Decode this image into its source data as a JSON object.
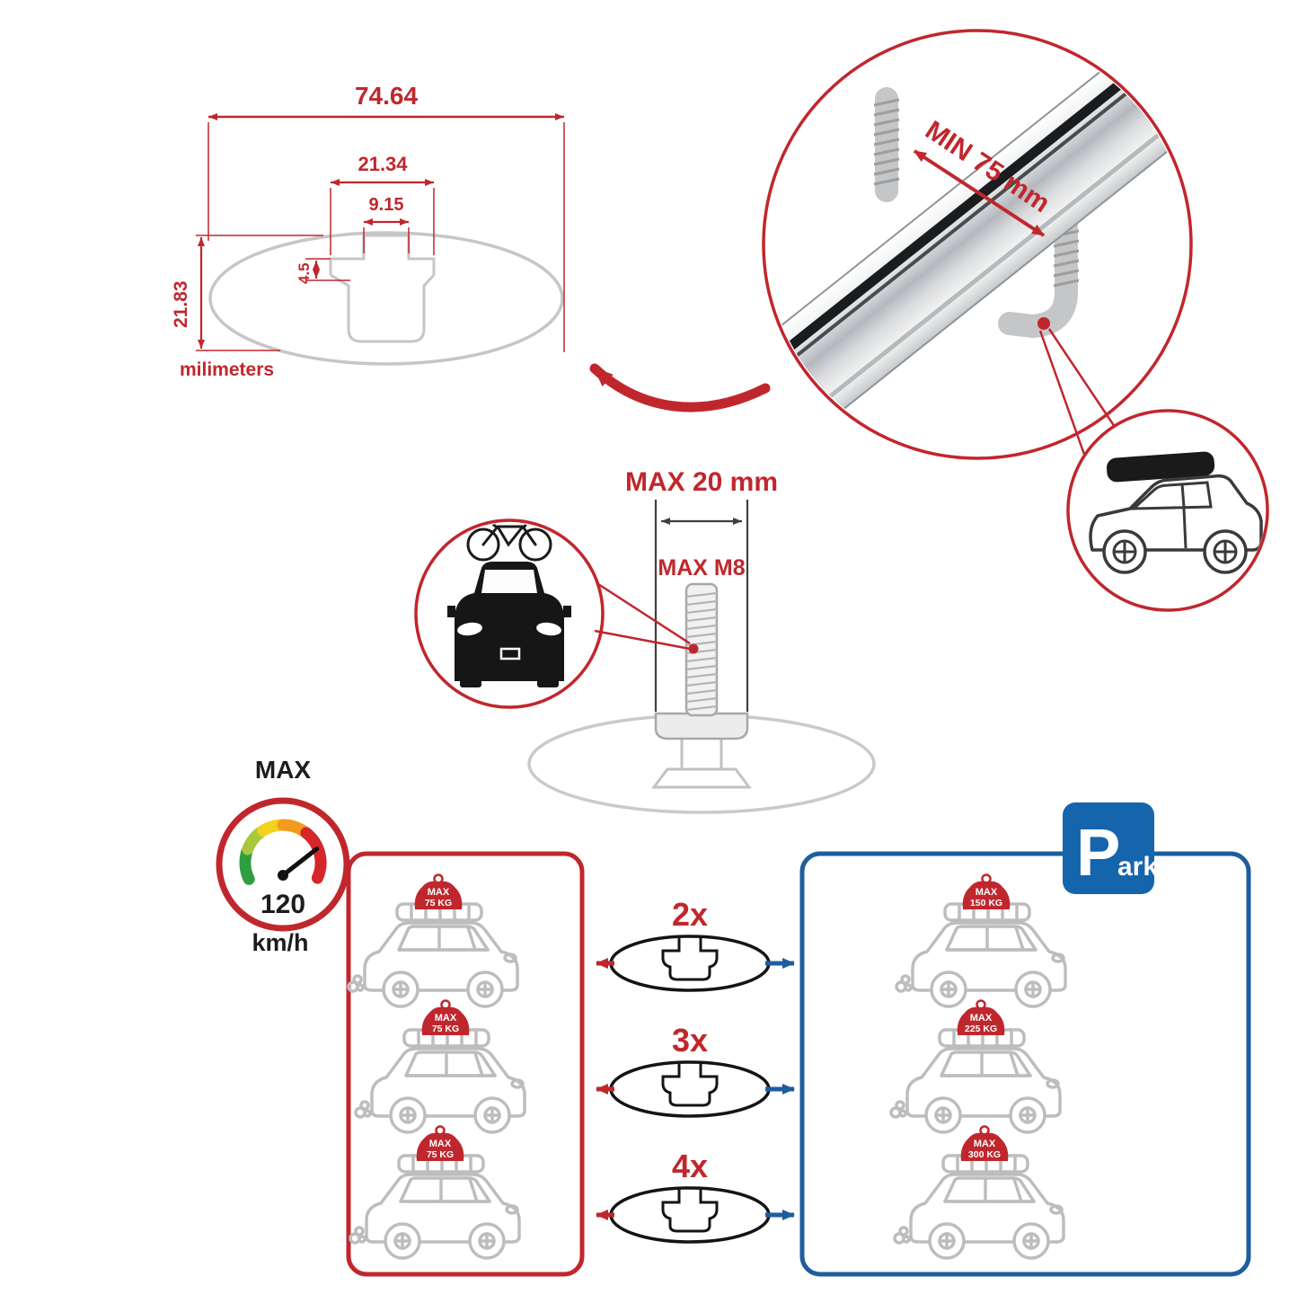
{
  "colors": {
    "red": "#c0272d",
    "blue": "#1e5d9f",
    "ghost_gray": "#c6c6c6"
  },
  "cross_section": {
    "width_total": "74.64",
    "slot_outer_width": "21.34",
    "slot_opening_width": "9.15",
    "lip_depth": "4.5",
    "profile_height": "21.83",
    "units_label": "milimeters"
  },
  "clamp_detail": {
    "min_grip_label": "MIN 75 mm"
  },
  "bolt_detail": {
    "max_width_label": "MAX 20 mm",
    "max_thread_label": "MAX M8"
  },
  "speed_limit": {
    "title": "MAX",
    "value": "120",
    "unit": "km/h"
  },
  "park_sign": {
    "initial": "P",
    "suffix": "ark"
  },
  "load_comparison": {
    "rows": [
      {
        "multiplier": "2x",
        "moving": {
          "label": "MAX",
          "weight": "75 KG"
        },
        "parked": {
          "label": "MAX",
          "weight": "150 KG"
        }
      },
      {
        "multiplier": "3x",
        "moving": {
          "label": "MAX",
          "weight": "75 KG"
        },
        "parked": {
          "label": "MAX",
          "weight": "225 KG"
        }
      },
      {
        "multiplier": "4x",
        "moving": {
          "label": "MAX",
          "weight": "75 KG"
        },
        "parked": {
          "label": "MAX",
          "weight": "300 KG"
        }
      }
    ]
  }
}
